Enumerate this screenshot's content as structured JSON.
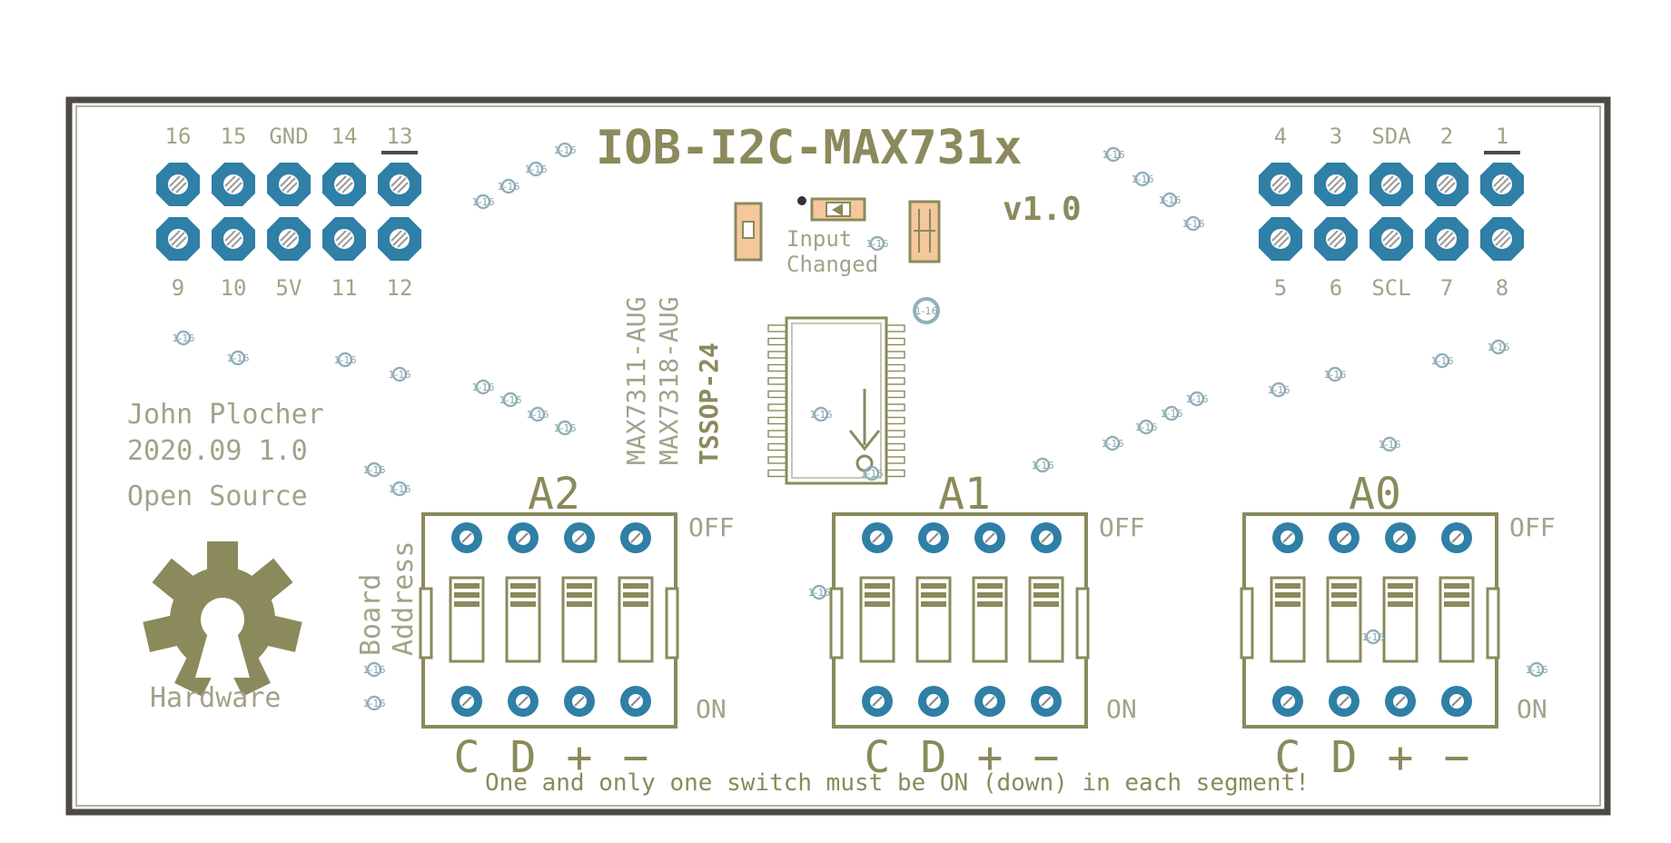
{
  "title": "IOB-I2C-MAX731x",
  "version": "v1.0",
  "led_label": [
    "Input",
    "Changed"
  ],
  "chip_names": [
    "MAX7311-AUG",
    "MAX7318-AUG"
  ],
  "package": "TSSOP-24",
  "author_lines": [
    "John Plocher",
    "2020.09 1.0",
    "Open Source"
  ],
  "logo_caption": "Hardware",
  "board_address": [
    "Board",
    "Address"
  ],
  "header_left": {
    "top": [
      "16",
      "15",
      "GND",
      "14",
      "13"
    ],
    "bottom": [
      "9",
      "10",
      "5V",
      "11",
      "12"
    ]
  },
  "header_right": {
    "top": [
      "4",
      "3",
      "SDA",
      "2",
      "1"
    ],
    "bottom": [
      "5",
      "6",
      "SCL",
      "7",
      "8"
    ]
  },
  "switches": [
    {
      "name": "A2",
      "off": "OFF",
      "on": "ON",
      "pins": [
        "C",
        "D",
        "+",
        "−"
      ]
    },
    {
      "name": "A1",
      "off": "OFF",
      "on": "ON",
      "pins": [
        "C",
        "D",
        "+",
        "−"
      ]
    },
    {
      "name": "A0",
      "off": "OFF",
      "on": "ON",
      "pins": [
        "C",
        "D",
        "+",
        "−"
      ]
    }
  ],
  "via_label": "1-16",
  "footer_note": "One and only one switch must be ON (down) in each segment!"
}
